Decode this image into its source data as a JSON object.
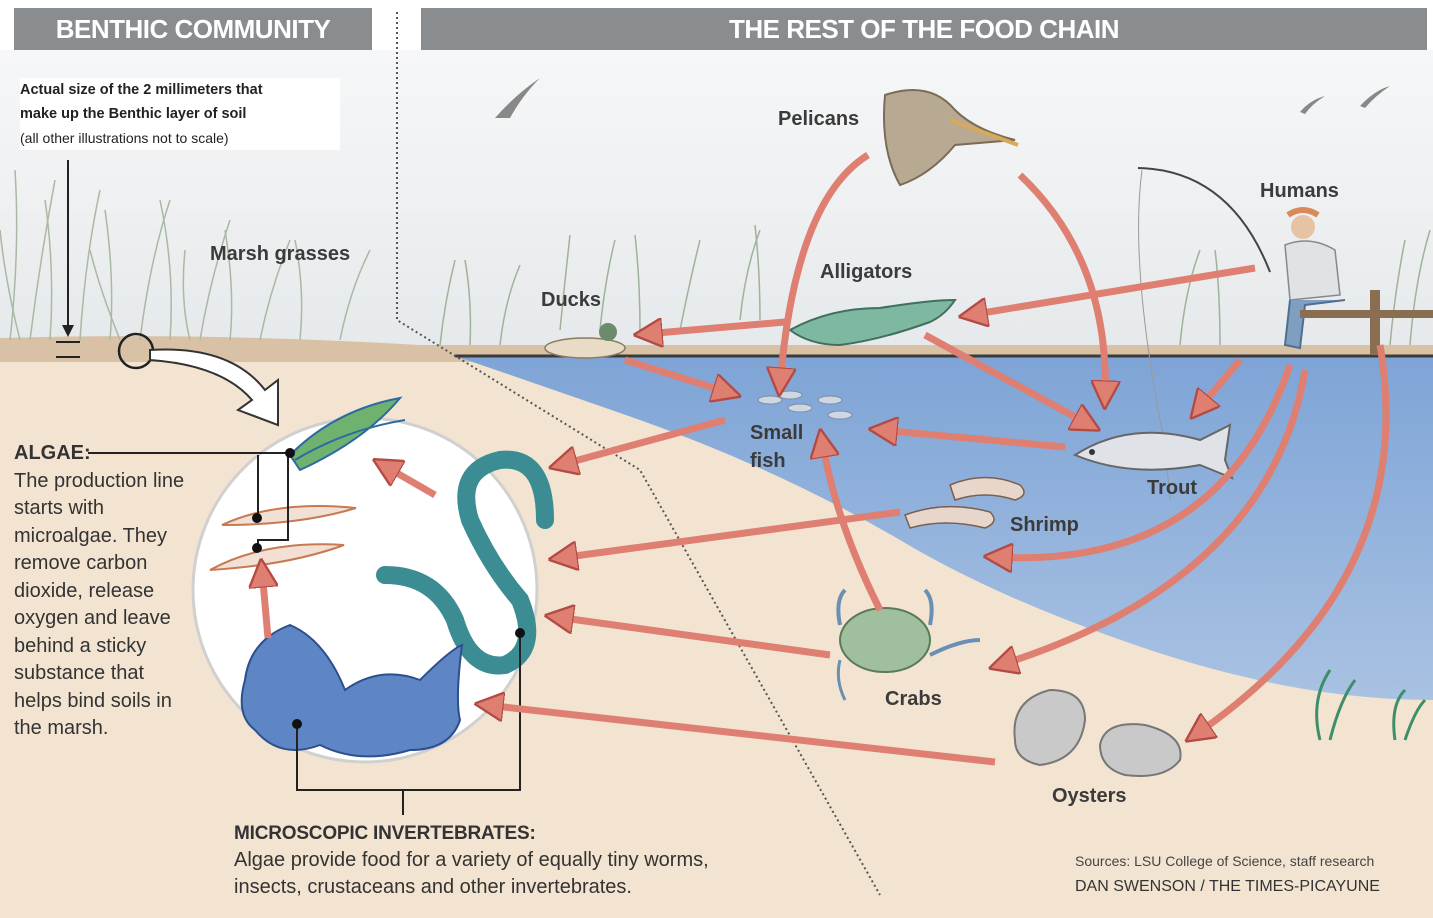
{
  "headers": {
    "benthic": "BENTHIC COMMUNITY",
    "food_chain": "THE REST OF THE FOOD CHAIN"
  },
  "note": {
    "line1": "Actual size of the 2 millimeters that",
    "line2": "make up the Benthic layer of soil",
    "line3": "(all other illustrations not to scale)"
  },
  "labels": {
    "marsh_grasses": "Marsh grasses",
    "pelicans": "Pelicans",
    "humans": "Humans",
    "alligators": "Alligators",
    "ducks": "Ducks",
    "small_fish_1": "Small",
    "small_fish_2": "fish",
    "trout": "Trout",
    "shrimp": "Shrimp",
    "crabs": "Crabs",
    "oysters": "Oysters"
  },
  "algae": {
    "title": "ALGAE:",
    "body": "The production line starts with microalgae. They remove carbon dioxide, release oxygen and leave behind a sticky substance that helps bind soils in the marsh."
  },
  "invertebrates": {
    "title": "MICROSCOPIC INVERTEBRATES:",
    "line1": "Algae provide food for a variety of equally tiny worms,",
    "line2": "insects, crustaceans and other invertebrates."
  },
  "footer": {
    "sources": "Sources: LSU College of Science, staff research",
    "credit": "DAN SWENSON / THE TIMES-PICAYUNE"
  },
  "colors": {
    "header_bg": "#8a8d8f",
    "sky": "#eceff1",
    "soil": "#f1e2cf",
    "water": "#8fb2dc",
    "arrow": "#de7f72",
    "arrow_stroke": "#b34a43"
  }
}
